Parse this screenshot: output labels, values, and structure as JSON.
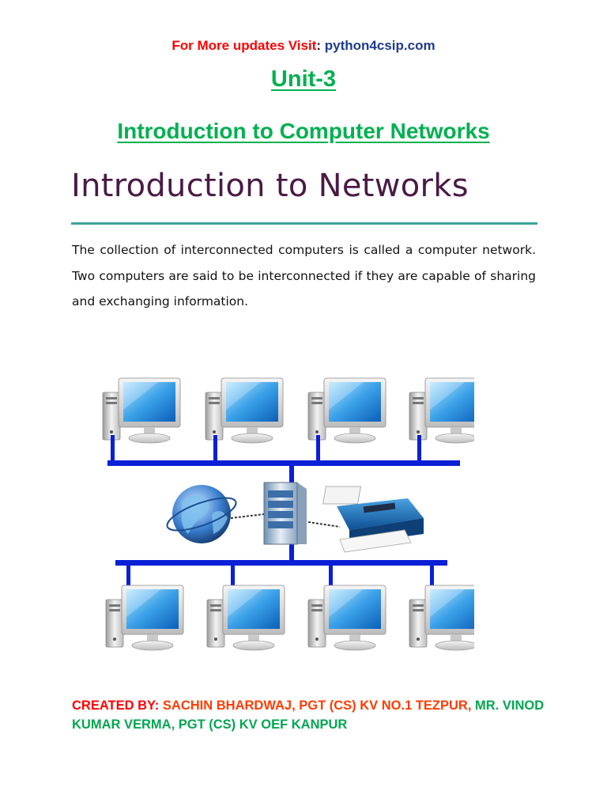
{
  "header": {
    "visit_label": "For More updates Visit",
    "visit_colon": ":",
    "visit_site": "python4csip.com"
  },
  "unit": "Unit-3",
  "subtitle": "Introduction to Computer Networks",
  "heading": "Introduction to Networks",
  "paragraph": "The collection of interconnected computers is called a computer network. Two computers are said to be interconnected if they are capable of sharing and exchanging information.",
  "diagram": {
    "top_computers": 4,
    "bottom_computers": 4,
    "center_devices": [
      "globe-icon",
      "server-icon",
      "printer-icon"
    ],
    "bus_color": "#0a1fd6"
  },
  "credits": {
    "label": "CREATED BY:",
    "author1": "SACHIN BHARDWAJ, PGT (CS) KV NO.1 TEZPUR,",
    "author2": "MR. VINOD KUMAR VERMA, PGT (CS) KV OEF KANPUR"
  },
  "colors": {
    "red": "#ff0000",
    "green": "#00b050",
    "heading": "#4a1a45",
    "rule": "#3aa39a"
  }
}
